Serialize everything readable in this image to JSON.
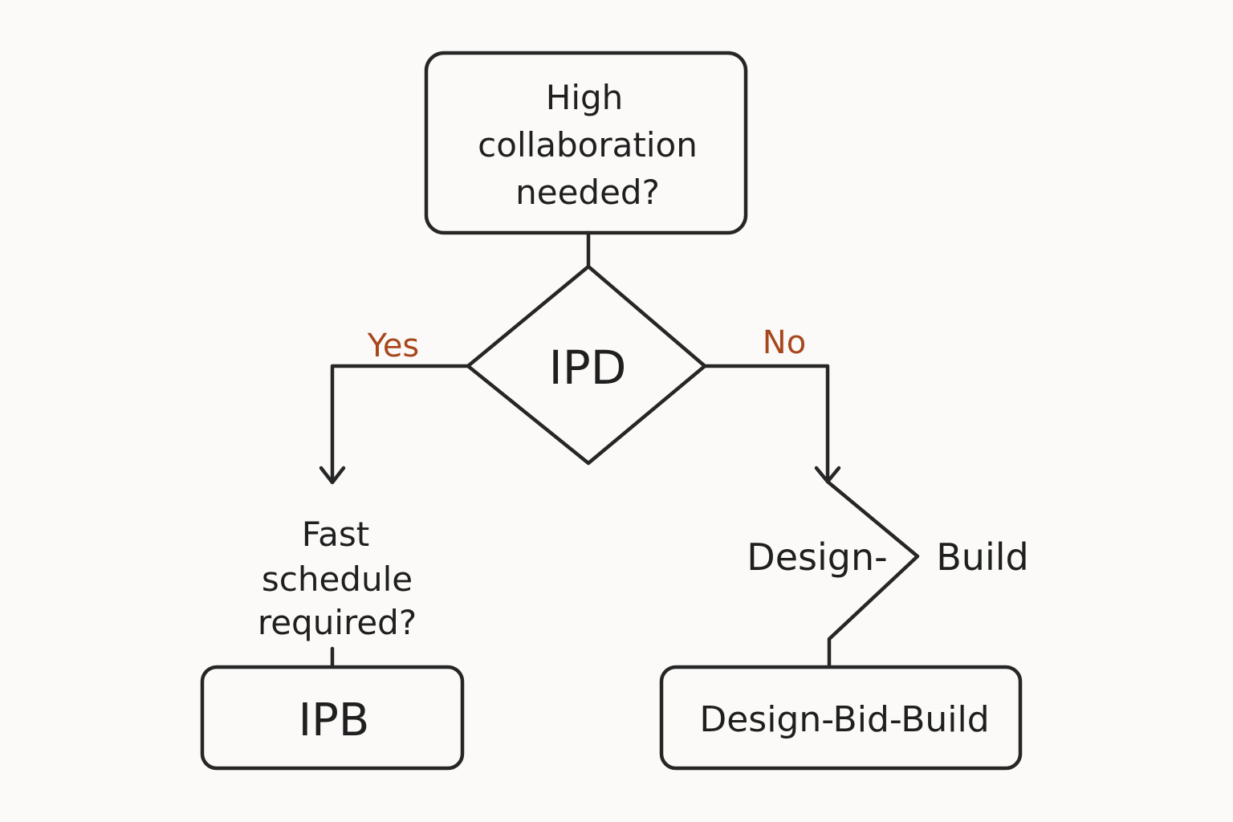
{
  "nodes": {
    "start": {
      "lines": [
        "High",
        "collaboration",
        "needed?"
      ]
    },
    "decision": {
      "label": "IPD"
    },
    "question_left": {
      "lines": [
        "Fast",
        "schedule",
        "required?"
      ]
    },
    "result_left": {
      "label": "IPB"
    },
    "zigzag_label": {
      "left": "Design-",
      "right": "Build"
    },
    "result_right": {
      "label": "Design-Bid-Build"
    }
  },
  "edges": {
    "yes_label": "Yes",
    "no_label": "No"
  },
  "colors": {
    "stroke": "#262626",
    "text": "#1f1f1f",
    "edge_label": "#a8471c",
    "background": "#fbfaf8"
  }
}
